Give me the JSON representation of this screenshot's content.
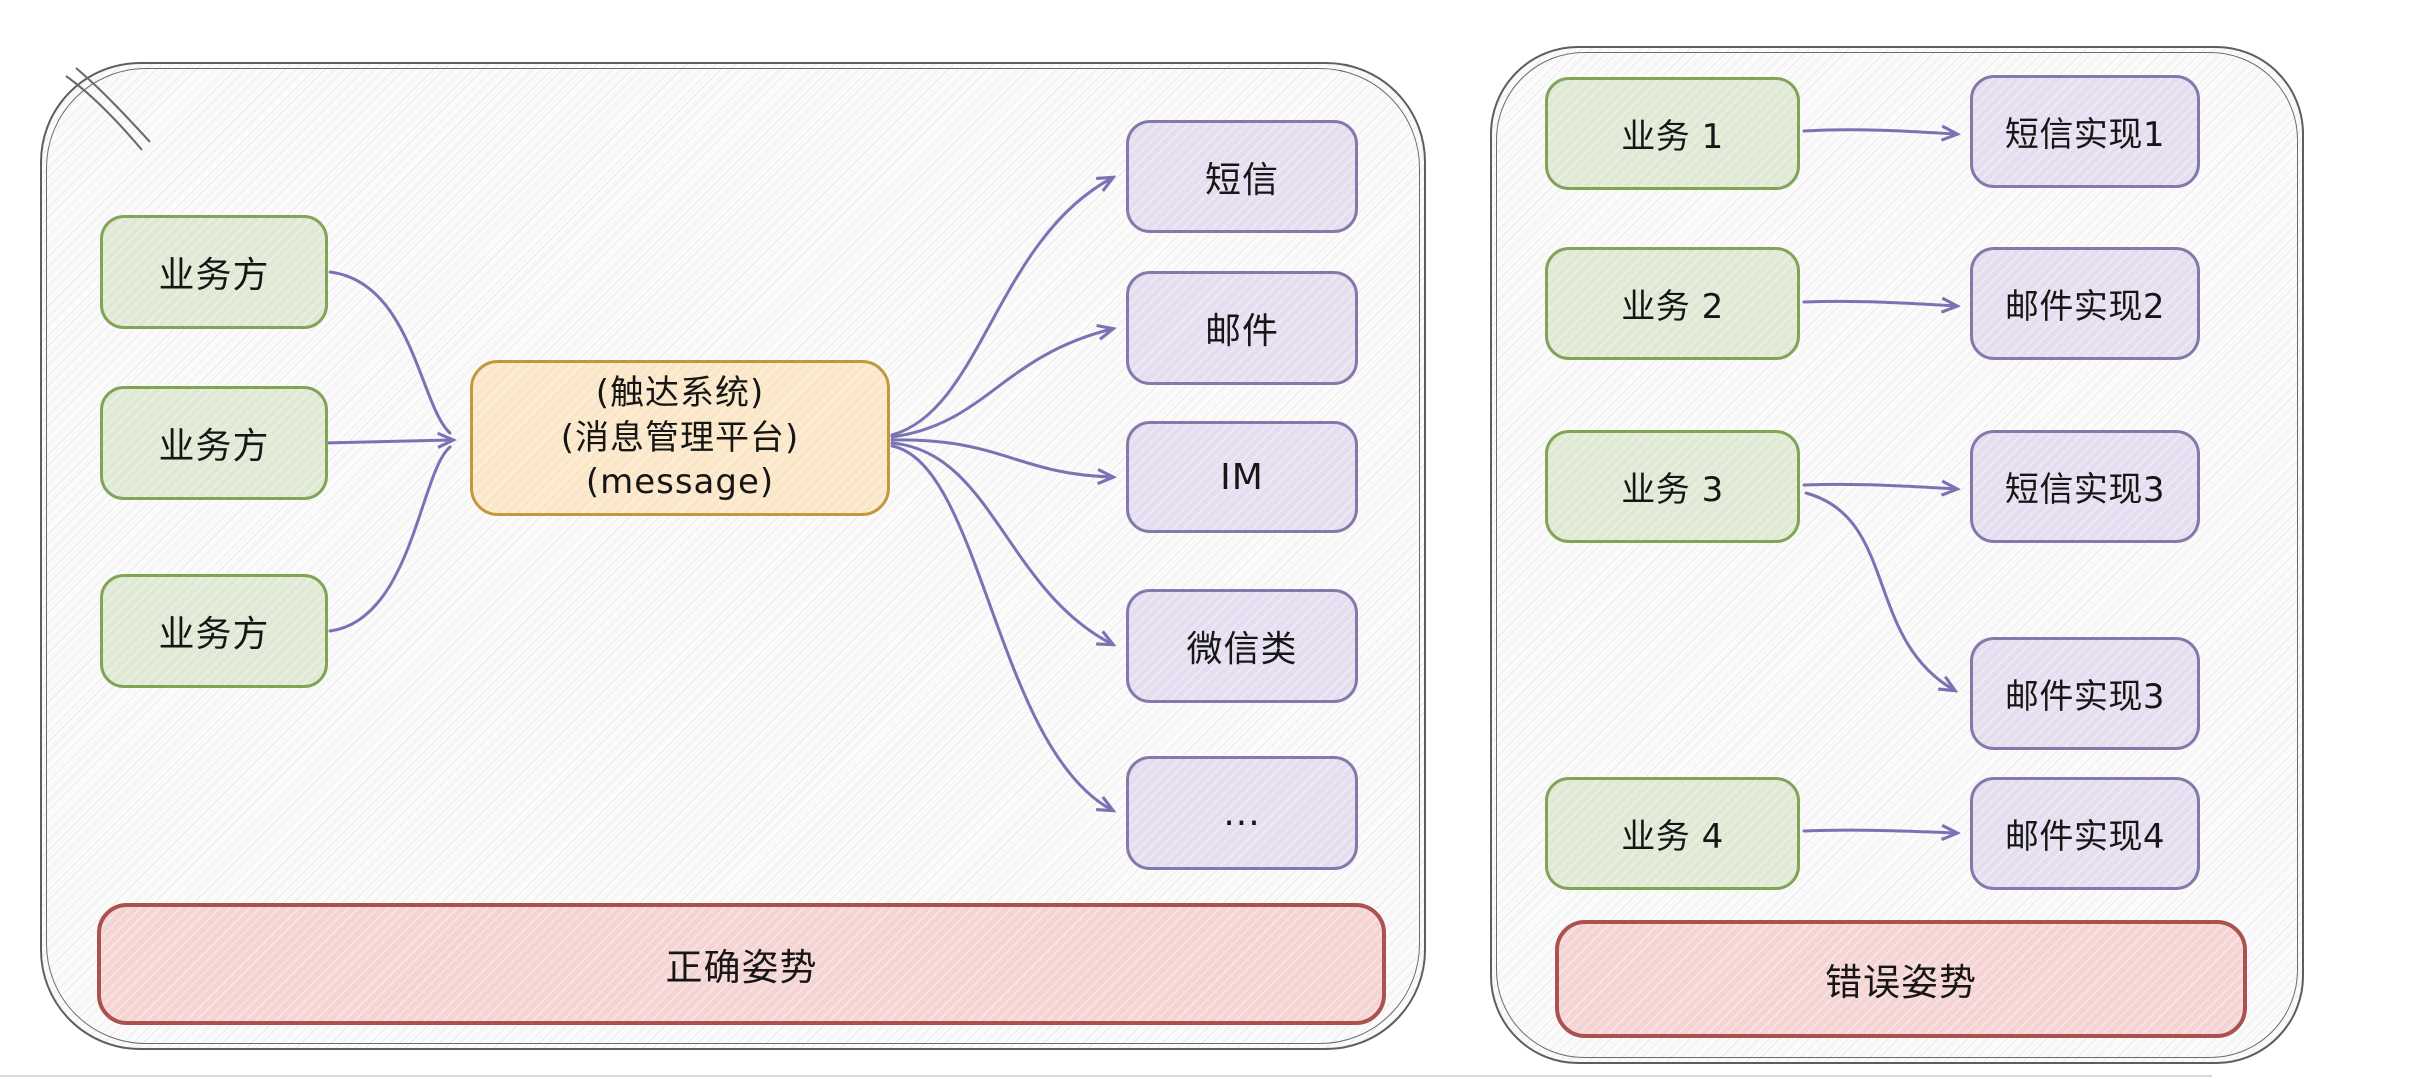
{
  "diagram": {
    "style": "hand-drawn flowchart",
    "background": "white with light diagonal hatch"
  },
  "colors": {
    "source_fill": "#dfe9d4",
    "source_border": "#81a457",
    "hub_fill": "#fbe7c8",
    "hub_border": "#c2983d",
    "channel_fill": "#e5def0",
    "channel_border": "#8678ab",
    "caption_fill": "#f5d5d4",
    "caption_border": "#ab5250",
    "arrow": "#7a73b3",
    "panel_border": "#5e5e5e",
    "text": "#161616"
  },
  "left_panel": {
    "caption": "正确姿势",
    "sources": [
      {
        "label": "业务方"
      },
      {
        "label": "业务方"
      },
      {
        "label": "业务方"
      }
    ],
    "hub": {
      "lines": [
        "(触达系统)",
        "(消息管理平台)",
        "(message)"
      ]
    },
    "channels": [
      {
        "label": "短信"
      },
      {
        "label": "邮件"
      },
      {
        "label": "IM"
      },
      {
        "label": "微信类"
      },
      {
        "label": "..."
      }
    ]
  },
  "right_panel": {
    "caption": "错误姿势",
    "services": [
      {
        "label": "业务 1"
      },
      {
        "label": "业务 2"
      },
      {
        "label": "业务 3"
      },
      {
        "label": "业务 4"
      }
    ],
    "implementations": [
      {
        "label": "短信实现1"
      },
      {
        "label": "邮件实现2"
      },
      {
        "label": "短信实现3"
      },
      {
        "label": "邮件实现3"
      },
      {
        "label": "邮件实现4"
      }
    ],
    "connections": [
      "业务 1 → 短信实现1",
      "业务 2 → 邮件实现2",
      "业务 3 → 短信实现3",
      "业务 3 → 邮件实现3",
      "业务 4 → 邮件实现4"
    ]
  }
}
